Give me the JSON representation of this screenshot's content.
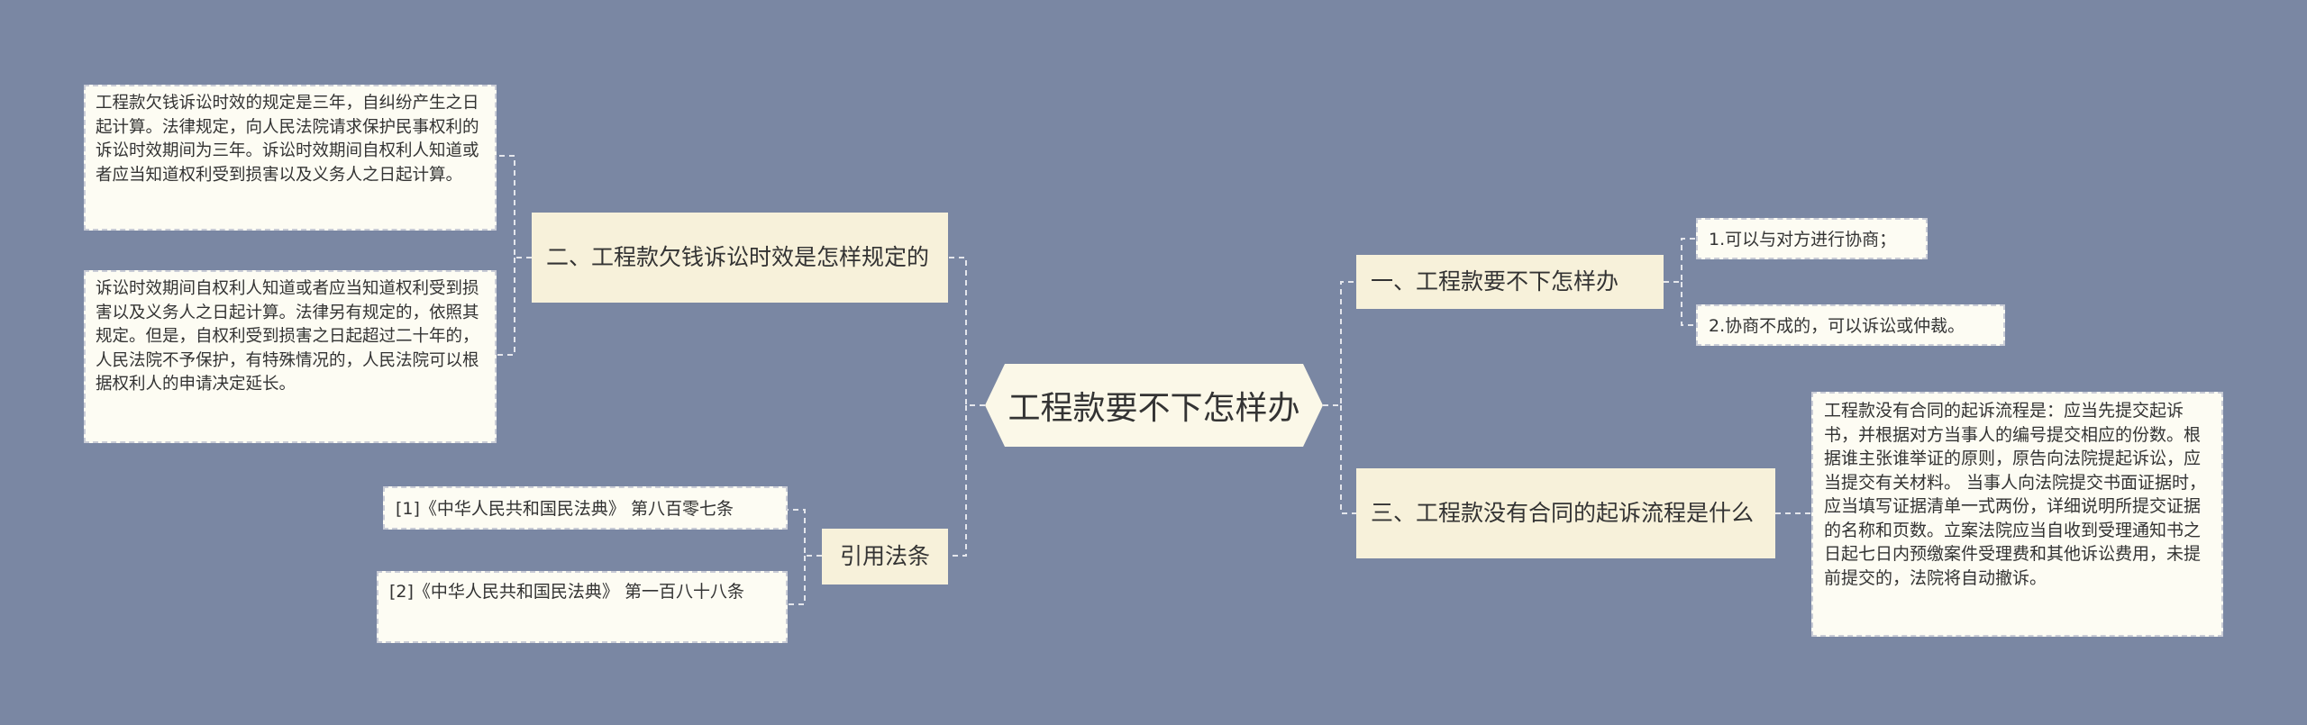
{
  "root": {
    "label": "工程款要不下怎样办"
  },
  "branches": {
    "b1": {
      "label": "一、工程款要不下怎样办",
      "children": [
        "1.可以与对方进行协商；",
        "2.协商不成的，可以诉讼或仲裁。"
      ]
    },
    "b2": {
      "label": "二、工程款欠钱诉讼时效是怎样规定的",
      "children": [
        "工程款欠钱诉讼时效的规定是三年，自纠纷产生之日起计算。法律规定，向人民法院请求保护民事权利的诉讼时效期间为三年。诉讼时效期间自权利人知道或者应当知道权利受到损害以及义务人之日起计算。",
        "诉讼时效期间自权利人知道或者应当知道权利受到损害以及义务人之日起计算。法律另有规定的，依照其规定。但是，自权利受到损害之日起超过二十年的，人民法院不予保护，有特殊情况的，人民法院可以根据权利人的申请决定延长。"
      ]
    },
    "b3": {
      "label": "三、工程款没有合同的起诉流程是什么",
      "children": [
        "工程款没有合同的起诉流程是：应当先提交起诉书，并根据对方当事人的编号提交相应的份数。根据谁主张谁举证的原则，原告向法院提起诉讼，应当提交有关材料。 当事人向法院提交书面证据时，应当填写证据清单一式两份，详细说明所提交证据的名称和页数。立案法院应当自收到受理通知书之日起七日内预缴案件受理费和其他诉讼费用，未提前提交的，法院将自动撤诉。"
      ]
    },
    "b4": {
      "label": "引用法条",
      "children": [
        "[1]《中华人民共和国民法典》 第八百零七条",
        "[2]《中华人民共和国民法典》 第一百八十八条"
      ]
    }
  },
  "colors": {
    "background": "#7a87a3",
    "connector": "#e4e6ec",
    "root_fill": "#fbf8e8",
    "branch_fill": "#f7f1da",
    "leaf_fill": "#fdfcf3"
  }
}
